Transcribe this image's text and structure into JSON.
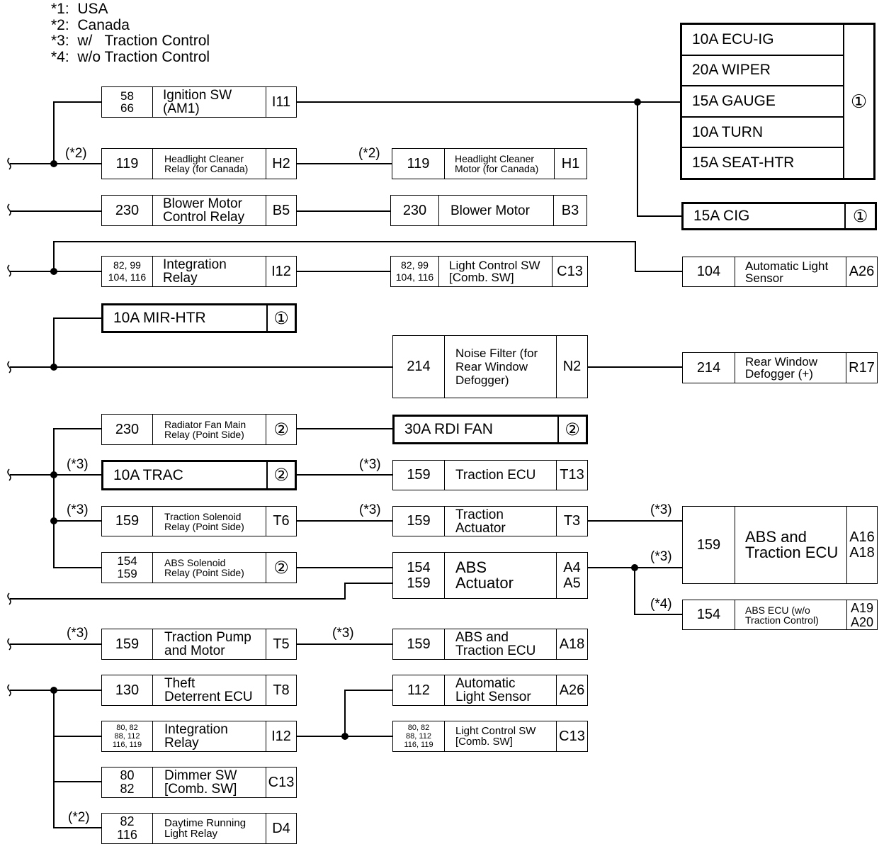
{
  "legend": [
    "*1:  USA",
    "*2:  Canada",
    "*3:  w/   Traction Control",
    "*4:  w/o Traction Control"
  ],
  "fuse_block": {
    "items": [
      "10A ECU-IG",
      "20A WIPER",
      "15A GAUGE",
      "10A TURN",
      "15A SEAT-HTR"
    ],
    "ref": "①"
  },
  "fuse_cig": {
    "label": "15A CIG",
    "ref": "①"
  },
  "fuse_mir": {
    "label": "10A MIR-HTR",
    "ref": "①"
  },
  "fuse_rdi": {
    "label": "30A RDI FAN",
    "ref": "②"
  },
  "fuse_trac": {
    "label": "10A TRAC",
    "ref": "②"
  },
  "marks": {
    "c": "(*2)",
    "t": "(*3)",
    "w": "(*4)"
  },
  "components": {
    "ign": {
      "page": "58\n66",
      "desc": "Ignition SW\n(AM1)",
      "code": "I11"
    },
    "hcr": {
      "page": "119",
      "desc": "Headlight Cleaner\nRelay (for Canada)",
      "code": "H2"
    },
    "hcm": {
      "page": "119",
      "desc": "Headlight Cleaner\nMotor (for Canada)",
      "code": "H1"
    },
    "bmr": {
      "page": "230",
      "desc": "Blower Motor\nControl Relay",
      "code": "B5"
    },
    "bm": {
      "page": "230",
      "desc": "Blower Motor",
      "code": "B3"
    },
    "ir1": {
      "page": "82, 99\n104, 116",
      "desc": "Integration\nRelay",
      "code": "I12"
    },
    "lcs1": {
      "page": "82, 99\n104, 116",
      "desc": "Light Control SW\n[Comb. SW]",
      "code": "C13"
    },
    "als1": {
      "page": "104",
      "desc": "Automatic Light\nSensor",
      "code": "A26"
    },
    "nf": {
      "page": "214",
      "desc": "Noise Filter (for\nRear Window\nDefogger)",
      "code": "N2"
    },
    "rwd": {
      "page": "214",
      "desc": "Rear Window\nDefogger (+)",
      "code": "R17"
    },
    "rfm": {
      "page": "230",
      "desc": "Radiator Fan Main\nRelay (Point Side)",
      "code": "②"
    },
    "tecu": {
      "page": "159",
      "desc": "Traction ECU",
      "code": "T13"
    },
    "tsr": {
      "page": "159",
      "desc": "Traction Solenoid\nRelay (Point Side)",
      "code": "T6"
    },
    "tact": {
      "page": "159",
      "desc": "Traction\nActuator",
      "code": "T3"
    },
    "abstc": {
      "page": "159",
      "desc": "ABS and\nTraction ECU",
      "code": "A16\nA18"
    },
    "asr": {
      "page": "154\n159",
      "desc": "ABS Solenoid\nRelay (Point Side)",
      "code": "②"
    },
    "aact": {
      "page": "154\n159",
      "desc": "ABS\nActuator",
      "code": "A4\nA5"
    },
    "absecu": {
      "page": "154",
      "desc": "ABS ECU (w/o\nTraction Control)",
      "code": "A19\nA20"
    },
    "tpm": {
      "page": "159",
      "desc": "Traction Pump\nand Motor",
      "code": "T5"
    },
    "abst2": {
      "page": "159",
      "desc": "ABS and\nTraction ECU",
      "code": "A18"
    },
    "tde": {
      "page": "130",
      "desc": "Theft\nDeterrent ECU",
      "code": "T8"
    },
    "ir2": {
      "page": "80,  82\n88, 112\n116, 119",
      "desc": "Integration\nRelay",
      "code": "I12"
    },
    "als2": {
      "page": "112",
      "desc": "Automatic\nLight Sensor",
      "code": "A26"
    },
    "lcs2": {
      "page": "80,  82\n88, 112\n116, 119",
      "desc": "Light Control SW\n[Comb. SW]",
      "code": "C13"
    },
    "dim": {
      "page": "80\n82",
      "desc": "Dimmer SW\n[Comb. SW]",
      "code": "C13"
    },
    "drl": {
      "page": "82\n116",
      "desc": "Daytime Running\nLight Relay",
      "code": "D4"
    }
  }
}
